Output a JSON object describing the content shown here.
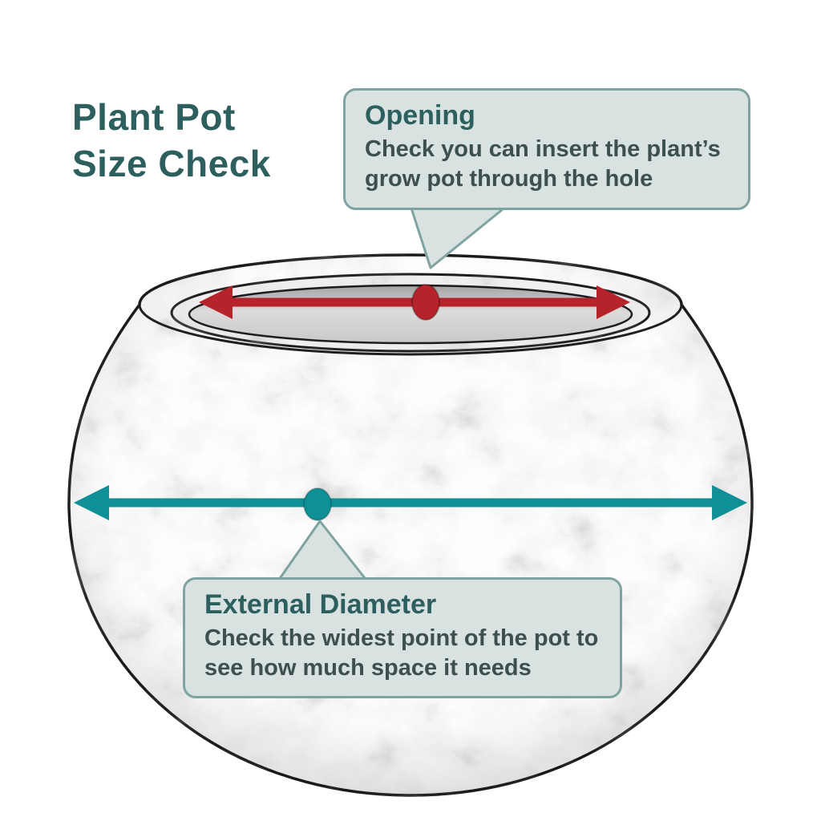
{
  "title": {
    "line1": "Plant Pot",
    "line2": "Size Check"
  },
  "callouts": {
    "opening": {
      "heading": "Opening",
      "body": "Check you can insert the plant’s grow pot through the hole"
    },
    "external_diameter": {
      "heading": "External Diameter",
      "body": "Check the widest point of the pot to see how much space it needs"
    }
  },
  "diagram": {
    "illustration": "hand-sketched round plant pot",
    "measurements": [
      {
        "name": "opening-diameter",
        "indicator": "red double-headed arrow with center dot",
        "color": "#b5242a"
      },
      {
        "name": "external-diameter",
        "indicator": "teal double-headed arrow with center dot",
        "color": "#0e9096"
      }
    ]
  },
  "colors": {
    "title_teal": "#2c5f5e",
    "callout_fill": "#d8e2e1",
    "callout_border": "#7fa3a1",
    "body_text": "#3d4f4f",
    "accent_red": "#b5242a",
    "accent_teal": "#0e9096",
    "outline_ink": "#1f1f1f"
  }
}
